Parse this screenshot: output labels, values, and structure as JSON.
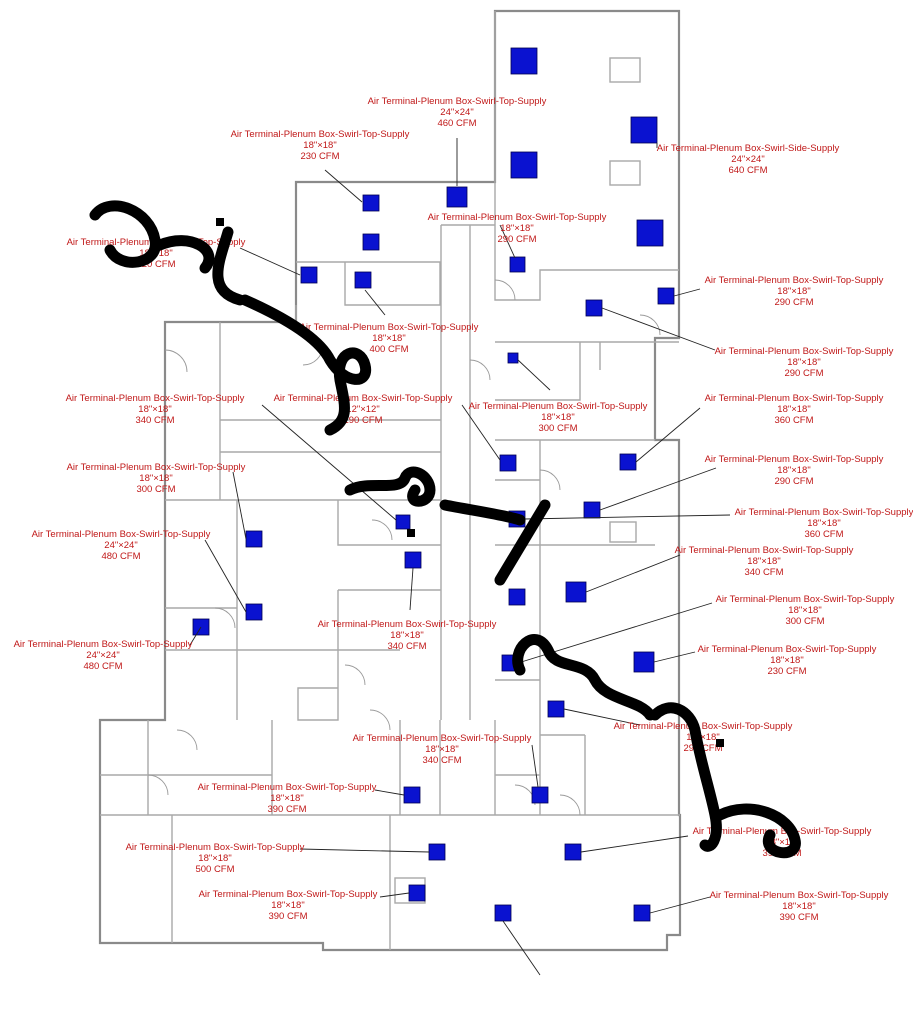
{
  "tags": [
    {
      "name": "Air Terminal-Plenum Box-Swirl-Top-Supply",
      "size": "24\"×24\"",
      "cfm": "460 CFM"
    },
    {
      "name": "Air Terminal-Plenum Box-Swirl-Top-Supply",
      "size": "18\"×18\"",
      "cfm": "230 CFM"
    },
    {
      "name": "Air Terminal-Plenum Box-Swirl-Side-Supply",
      "size": "24\"×24\"",
      "cfm": "640 CFM"
    },
    {
      "name": "Air Terminal-Plenum Box-Swirl-Top-Supply",
      "size": "18\"×18\"",
      "cfm": "290 CFM"
    },
    {
      "name": "Air Terminal-Plenum Box-Swirl-Top-Supply",
      "size": "18\"×18\"",
      "cfm": "220 CFM"
    },
    {
      "name": "Air Terminal-Plenum Box-Swirl-Top-Supply",
      "size": "18\"×18\"",
      "cfm": "290 CFM"
    },
    {
      "name": "Air Terminal-Plenum Box-Swirl-Top-Supply",
      "size": "18\"×18\"",
      "cfm": "400 CFM"
    },
    {
      "name": "Air Terminal-Plenum Box-Swirl-Top-Supply",
      "size": "18\"×18\"",
      "cfm": "290 CFM"
    },
    {
      "name": "Air Terminal-Plenum Box-Swirl-Top-Supply",
      "size": "18\"×18\"",
      "cfm": "340 CFM"
    },
    {
      "name": "Air Terminal-Plenum Box-Swirl-Top-Supply",
      "size": "12\"×12\"",
      "cfm": "190 CFM"
    },
    {
      "name": "Air Terminal-Plenum Box-Swirl-Top-Supply",
      "size": "18\"×18\"",
      "cfm": "300 CFM"
    },
    {
      "name": "Air Terminal-Plenum Box-Swirl-Top-Supply",
      "size": "18\"×18\"",
      "cfm": "360 CFM"
    },
    {
      "name": "Air Terminal-Plenum Box-Swirl-Top-Supply",
      "size": "18\"×18\"",
      "cfm": "300 CFM"
    },
    {
      "name": "Air Terminal-Plenum Box-Swirl-Top-Supply",
      "size": "18\"×18\"",
      "cfm": "290 CFM"
    },
    {
      "name": "Air Terminal-Plenum Box-Swirl-Top-Supply",
      "size": "18\"×18\"",
      "cfm": "360 CFM"
    },
    {
      "name": "Air Terminal-Plenum Box-Swirl-Top-Supply",
      "size": "24\"×24\"",
      "cfm": "480 CFM"
    },
    {
      "name": "Air Terminal-Plenum Box-Swirl-Top-Supply",
      "size": "18\"×18\"",
      "cfm": "340 CFM"
    },
    {
      "name": "Air Terminal-Plenum Box-Swirl-Top-Supply",
      "size": "18\"×18\"",
      "cfm": "340 CFM"
    },
    {
      "name": "Air Terminal-Plenum Box-Swirl-Top-Supply",
      "size": "18\"×18\"",
      "cfm": "300 CFM"
    },
    {
      "name": "Air Terminal-Plenum Box-Swirl-Top-Supply",
      "size": "24\"×24\"",
      "cfm": "480 CFM"
    },
    {
      "name": "Air Terminal-Plenum Box-Swirl-Top-Supply",
      "size": "18\"×18\"",
      "cfm": "230 CFM"
    },
    {
      "name": "Air Terminal-Plenum Box-Swirl-Top-Supply",
      "size": "18\"×18\"",
      "cfm": "290 CFM"
    },
    {
      "name": "Air Terminal-Plenum Box-Swirl-Top-Supply",
      "size": "18\"×18\"",
      "cfm": "340 CFM"
    },
    {
      "name": "Air Terminal-Plenum Box-Swirl-Top-Supply",
      "size": "18\"×18\"",
      "cfm": "390 CFM"
    },
    {
      "name": "Air Terminal-Plenum Box-Swirl-Top-Supply",
      "size": "18\"×18\"",
      "cfm": "390 CFM"
    },
    {
      "name": "Air Terminal-Plenum Box-Swirl-Top-Supply",
      "size": "18\"×18\"",
      "cfm": "500 CFM"
    },
    {
      "name": "Air Terminal-Plenum Box-Swirl-Top-Supply",
      "size": "18\"×18\"",
      "cfm": "390 CFM"
    },
    {
      "name": "Air Terminal-Plenum Box-Swirl-Top-Supply",
      "size": "18\"×18\"",
      "cfm": "390 CFM"
    }
  ],
  "colors": {
    "label": "#c01818",
    "diffuser": "#0a12d0",
    "wall": "#8a8a8a"
  }
}
